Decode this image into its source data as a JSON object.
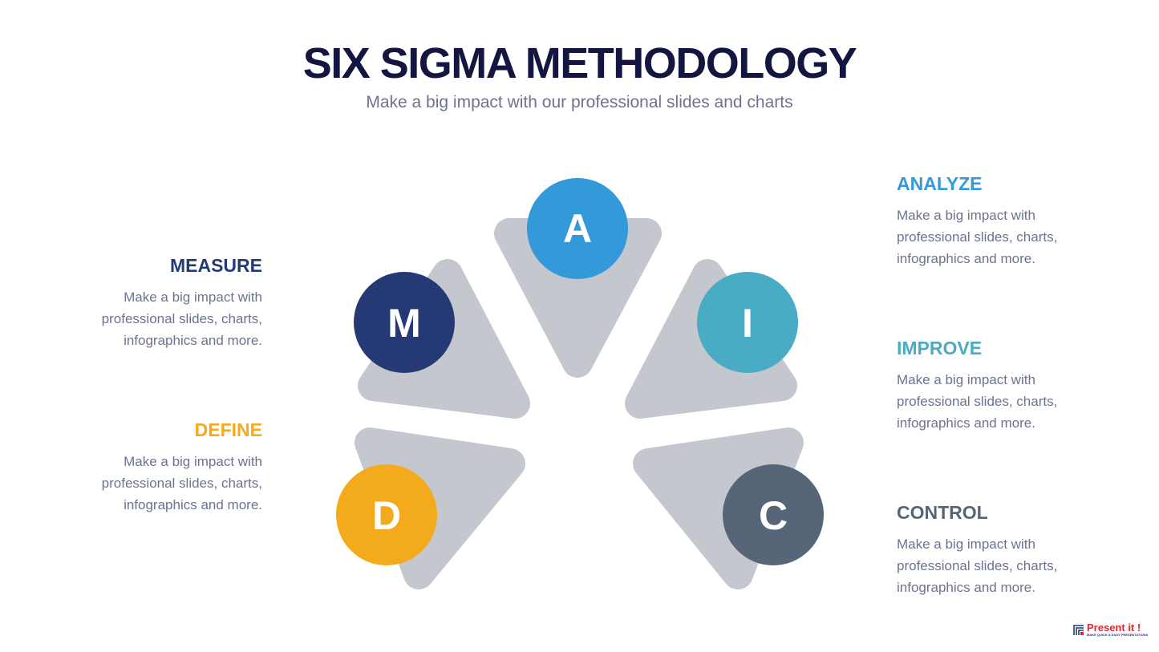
{
  "header": {
    "title": "SIX SIGMA METHODOLOGY",
    "subtitle": "Make a big impact with our professional slides and charts"
  },
  "steps": [
    {
      "letter": "D",
      "title": "DEFINE",
      "text": [
        "Make a big impact with",
        "professional slides, charts,",
        "infographics and more."
      ],
      "color": "#f3aa1b"
    },
    {
      "letter": "M",
      "title": "MEASURE",
      "text": [
        "Make a big impact with",
        "professional slides, charts,",
        "infographics and more."
      ],
      "color": "#253a75"
    },
    {
      "letter": "A",
      "title": "ANALYZE",
      "text": [
        "Make a big impact with",
        "professional slides, charts,",
        "infographics and more."
      ],
      "color": "#3399d9"
    },
    {
      "letter": "I",
      "title": "IMPROVE",
      "text": [
        "Make a big impact with",
        "professional slides, charts,",
        "infographics and more."
      ],
      "color": "#4aabc5"
    },
    {
      "letter": "C",
      "title": "CONTROL",
      "text": [
        "Make a big impact with",
        "professional slides, charts,",
        "infographics and more."
      ],
      "color": "#566678"
    }
  ],
  "logo": {
    "name": "Present it !",
    "tagline": "MAKE QUICK & EASY PRESENTATIONS"
  }
}
